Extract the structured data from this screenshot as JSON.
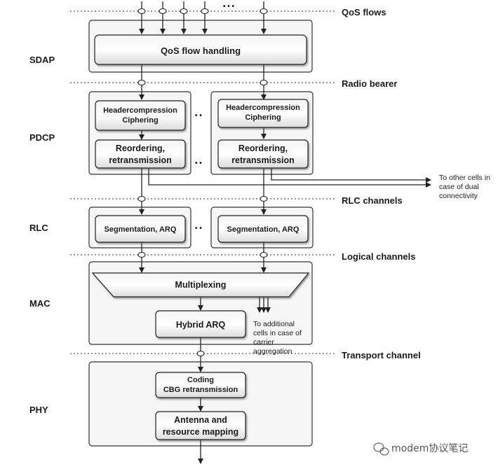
{
  "channels": {
    "qos_flows": "QoS flows",
    "radio_bearer": "Radio bearer",
    "rlc_channels": "RLC channels",
    "logical_channels": "Logical channels",
    "transport_channel": "Transport channel"
  },
  "layers": {
    "sdap": "SDAP",
    "pdcp": "PDCP",
    "rlc": "RLC",
    "mac": "MAC",
    "phy": "PHY"
  },
  "blocks": {
    "qos_flow_handling": "QoS flow handling",
    "header_compression": "Headercompression",
    "ciphering": "Ciphering",
    "reordering": "Reordering,",
    "retransmission": "retransmission",
    "segmentation": "Segmentation, ARQ",
    "multiplexing": "Multiplexing",
    "hybrid_arq": "Hybrid ARQ",
    "coding": "Coding",
    "cbg_retransmission": "CBG retransmission",
    "antenna_and": "Antenna and",
    "resource_mapping": "resource mapping"
  },
  "notes": {
    "dual_conn_1": "To other cells in",
    "dual_conn_2": "case of dual",
    "dual_conn_3": "connectivity",
    "carrier_agg_1": "To additional",
    "carrier_agg_2": "cells in case of",
    "carrier_agg_3": "carrier",
    "carrier_agg_4": "aggregation"
  },
  "ellipsis": {
    "top": "• • •",
    "between": "• •"
  },
  "watermark": "modem协议笔记"
}
